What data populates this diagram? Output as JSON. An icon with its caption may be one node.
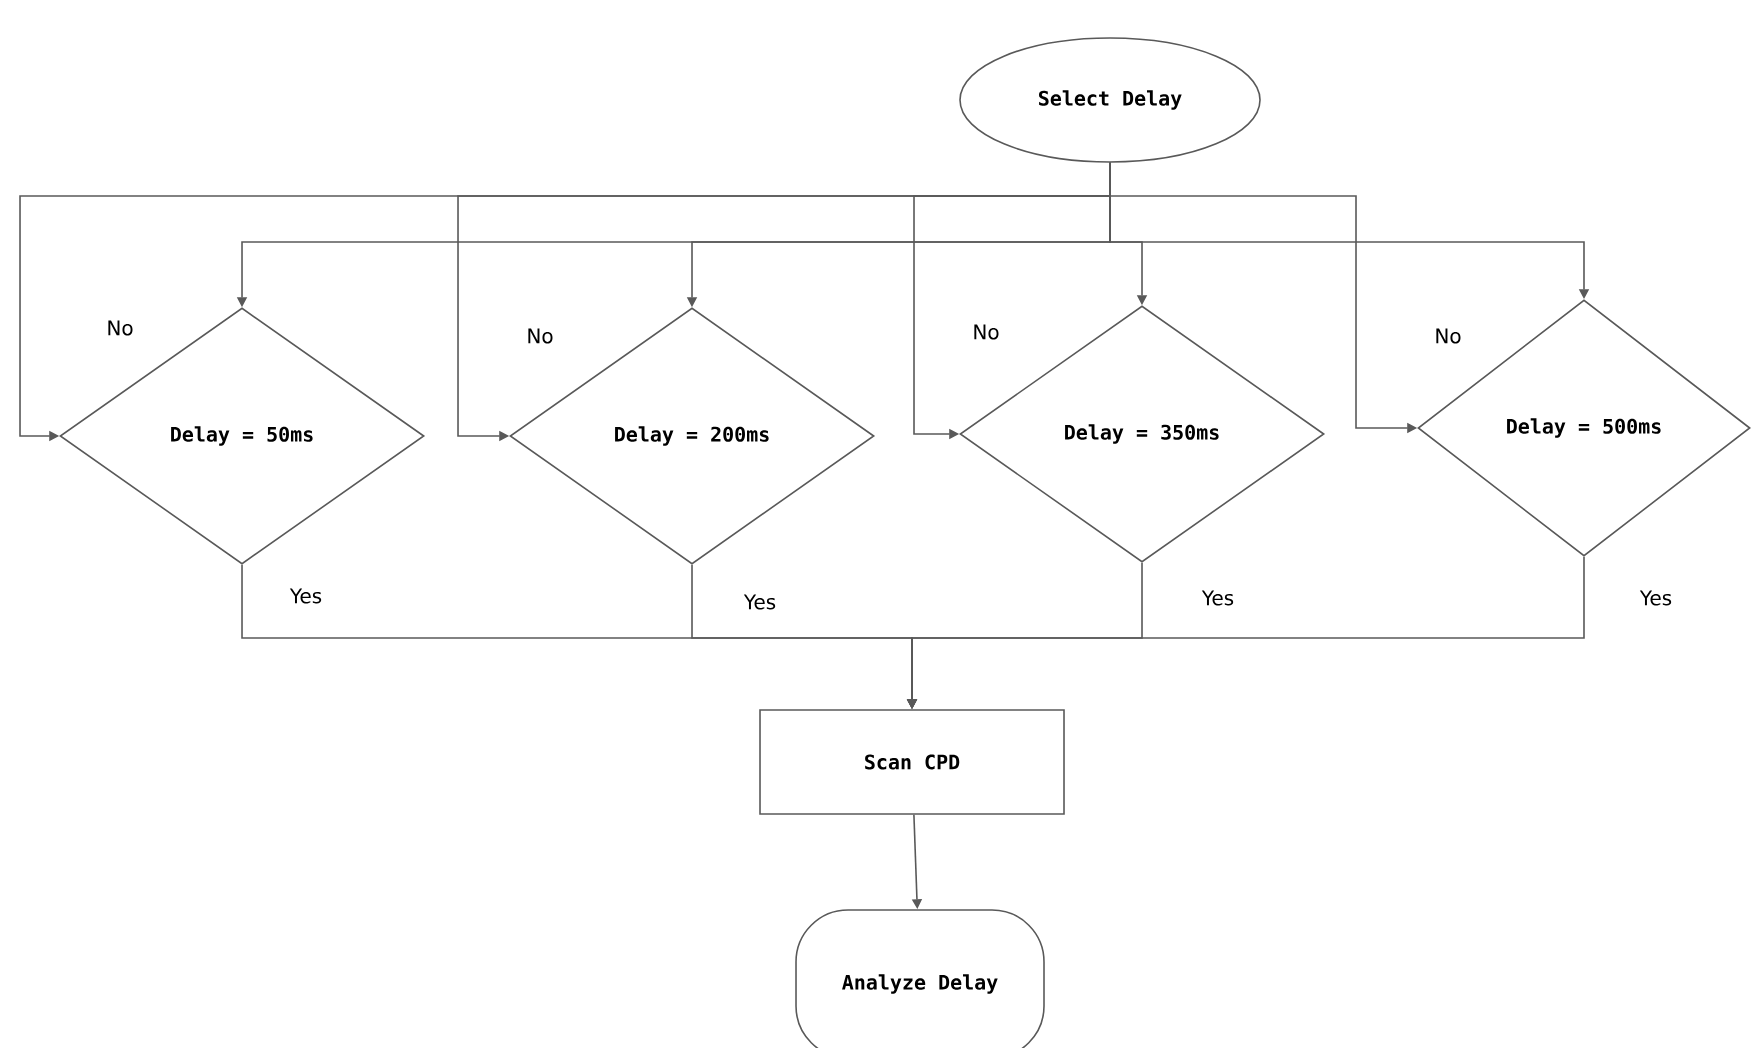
{
  "diagram": {
    "nodes": [
      {
        "text": [
          "Select Delay"
        ]
      },
      {
        "text": [
          "Delay = 50ms"
        ]
      },
      {
        "text": [
          "Delay = 200ms"
        ]
      },
      {
        "text": [
          "Delay = 350ms"
        ]
      },
      {
        "text": [
          "Delay = 500ms"
        ]
      },
      {
        "text": [
          "Scan CPD"
        ]
      },
      {
        "text": [
          "Analyze Delay"
        ]
      }
    ],
    "edges": [
      {
        "from": 0,
        "to": 1,
        "arrow": "to"
      },
      {
        "from": 0,
        "to": 2,
        "arrow": "to"
      },
      {
        "from": 0,
        "to": 3,
        "arrow": "to"
      },
      {
        "from": 0,
        "to": 4,
        "arrow": "to"
      },
      {
        "from": 0,
        "to": 1,
        "arrow": "to",
        "label": "No"
      },
      {
        "from": 0,
        "to": 2,
        "arrow": "to",
        "label": "No"
      },
      {
        "from": 0,
        "to": 3,
        "arrow": "to",
        "label": "No"
      },
      {
        "from": 0,
        "to": 4,
        "arrow": "to",
        "label": "No"
      },
      {
        "from": 1,
        "to": 5,
        "arrow": "to",
        "label": "Yes"
      },
      {
        "from": 2,
        "to": 5,
        "arrow": "to",
        "label": "Yes"
      },
      {
        "from": 3,
        "to": 5,
        "arrow": "to",
        "label": "Yes"
      },
      {
        "from": 4,
        "to": 5,
        "arrow": "to",
        "label": "Yes"
      },
      {
        "from": 5,
        "to": 6,
        "arrow": "to"
      }
    ]
  }
}
